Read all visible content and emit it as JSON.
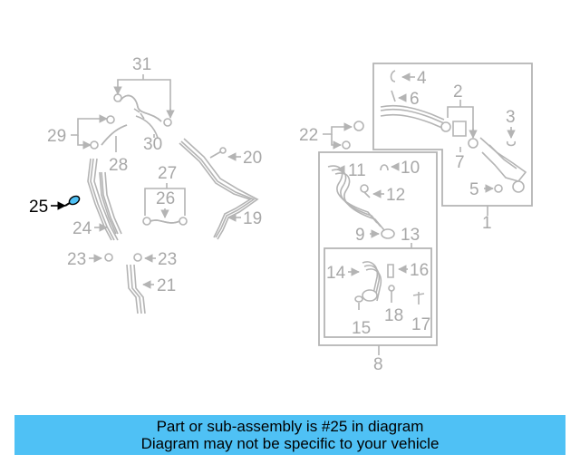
{
  "highlight": {
    "number": "25",
    "color": "#4fc1f5"
  },
  "callouts": {
    "n1": "1",
    "n2": "2",
    "n3": "3",
    "n4": "4",
    "n5": "5",
    "n6": "6",
    "n7": "7",
    "n8": "8",
    "n9": "9",
    "n10": "10",
    "n11": "11",
    "n12": "12",
    "n13": "13",
    "n14": "14",
    "n15": "15",
    "n16": "16",
    "n17": "17",
    "n18": "18",
    "n19": "19",
    "n20": "20",
    "n21": "21",
    "n22": "22",
    "n23a": "23",
    "n23b": "23",
    "n24": "24",
    "n26": "26",
    "n27": "27",
    "n28": "28",
    "n29": "29",
    "n30": "30",
    "n31": "31"
  },
  "banner": {
    "line1": "Part or sub-assembly is #25 in diagram",
    "line2": "Diagram may not be specific to your vehicle",
    "color": "#4fc1f5"
  }
}
